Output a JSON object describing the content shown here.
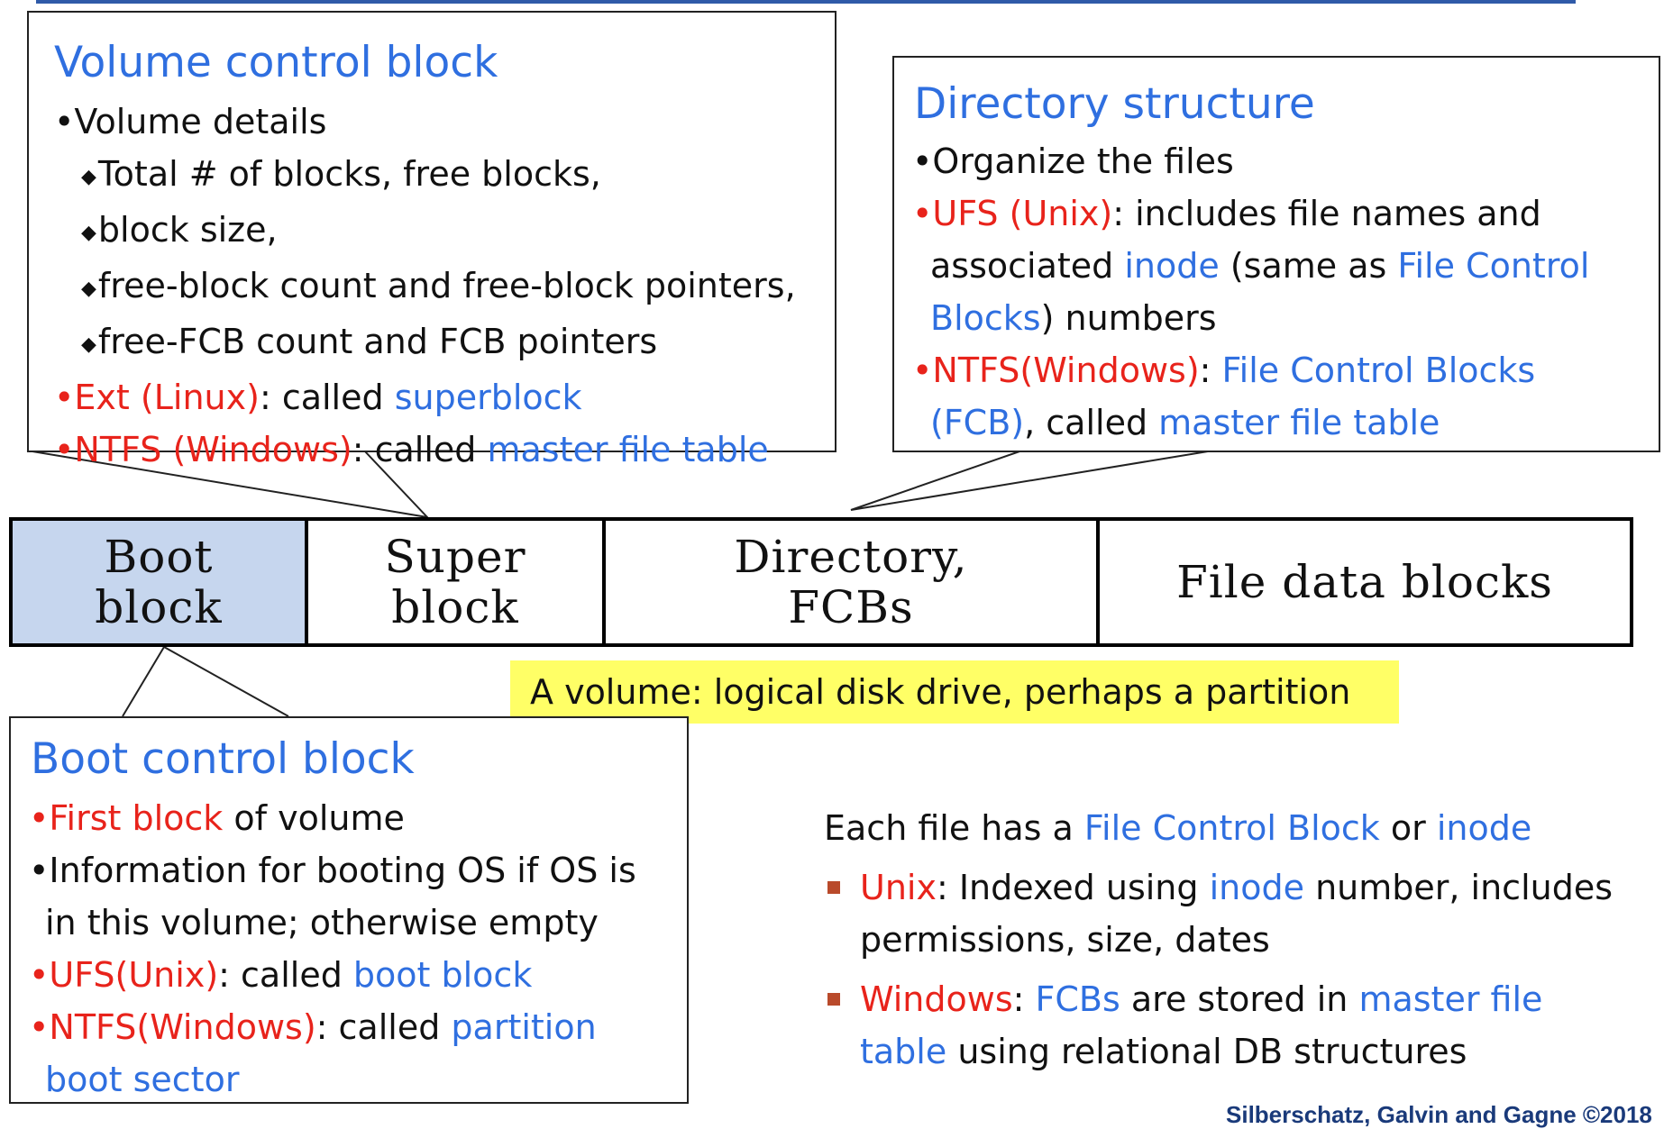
{
  "volume_control_block": {
    "title": "Volume control block",
    "bullet1": "Volume details",
    "sub": [
      "Total # of blocks, free blocks,",
      "block size,",
      "free-block count and free-block pointers,",
      "free-FCB count and FCB pointers"
    ],
    "ext_label": "Ext (Linux)",
    "ext_text": ": called ",
    "ext_term": "superblock",
    "ntfs_label": "NTFS (Windows)",
    "ntfs_text": ": called ",
    "ntfs_term": "master file table"
  },
  "directory_structure": {
    "title": "Directory structure",
    "bullet1": "Organize the files",
    "ufs_label": "UFS (Unix)",
    "ufs_text1": ": includes file names and",
    "ufs_text2": "associated ",
    "ufs_term1": "inode",
    "ufs_text3": " (same as ",
    "ufs_term2a": "File Control",
    "ufs_term2b": "Blocks",
    "ufs_text4": ") numbers",
    "ntfs_label": "NTFS(Windows)",
    "ntfs_colon": ":  ",
    "ntfs_term1a": "File Control Blocks",
    "ntfs_term1b": "(FCB)",
    "ntfs_text": ", called ",
    "ntfs_term2": "master file table"
  },
  "volume_layout": {
    "boot": [
      "Boot",
      "block"
    ],
    "super": [
      "Super",
      "block"
    ],
    "dir": [
      "Directory,",
      "FCBs"
    ],
    "data": "File data blocks"
  },
  "volume_note": "A volume: logical disk drive, perhaps a partition",
  "boot_control_block": {
    "title": "Boot control block",
    "b1_red": "First block",
    "b1_rest": " of volume",
    "b2a": "Information for booting OS if OS is",
    "b2b": "in this volume; otherwise empty",
    "ufs_label": "UFS(Unix)",
    "ufs_text": ": called ",
    "ufs_term": "boot block",
    "ntfs_label": "NTFS(Windows)",
    "ntfs_text": ": called ",
    "ntfs_term1": "partition",
    "ntfs_term2": "boot sector"
  },
  "fcb_info": {
    "intro_pre": "Each file has a ",
    "intro_term1": "File Control Block",
    "intro_mid": " or ",
    "intro_term2": "inode",
    "unix_label": "Unix",
    "unix_text1": ": Indexed using ",
    "unix_term": "inode",
    "unix_text2": " number, includes",
    "unix_text3": "permissions, size, dates",
    "win_label": "Windows",
    "win_colon": ": ",
    "win_term1": "FCBs",
    "win_text1": " are stored in ",
    "win_term2a": "master file",
    "win_term2b": "table",
    "win_text2": " using relational DB structures"
  },
  "footer": {
    "credit": "Silberschatz, Galvin and Gagne ©2018"
  },
  "colors": {
    "accent_blue": "#2f6fe0",
    "accent_red": "#e8231b",
    "boot_fill": "#c6d6ee",
    "note_fill": "#ffff66"
  }
}
